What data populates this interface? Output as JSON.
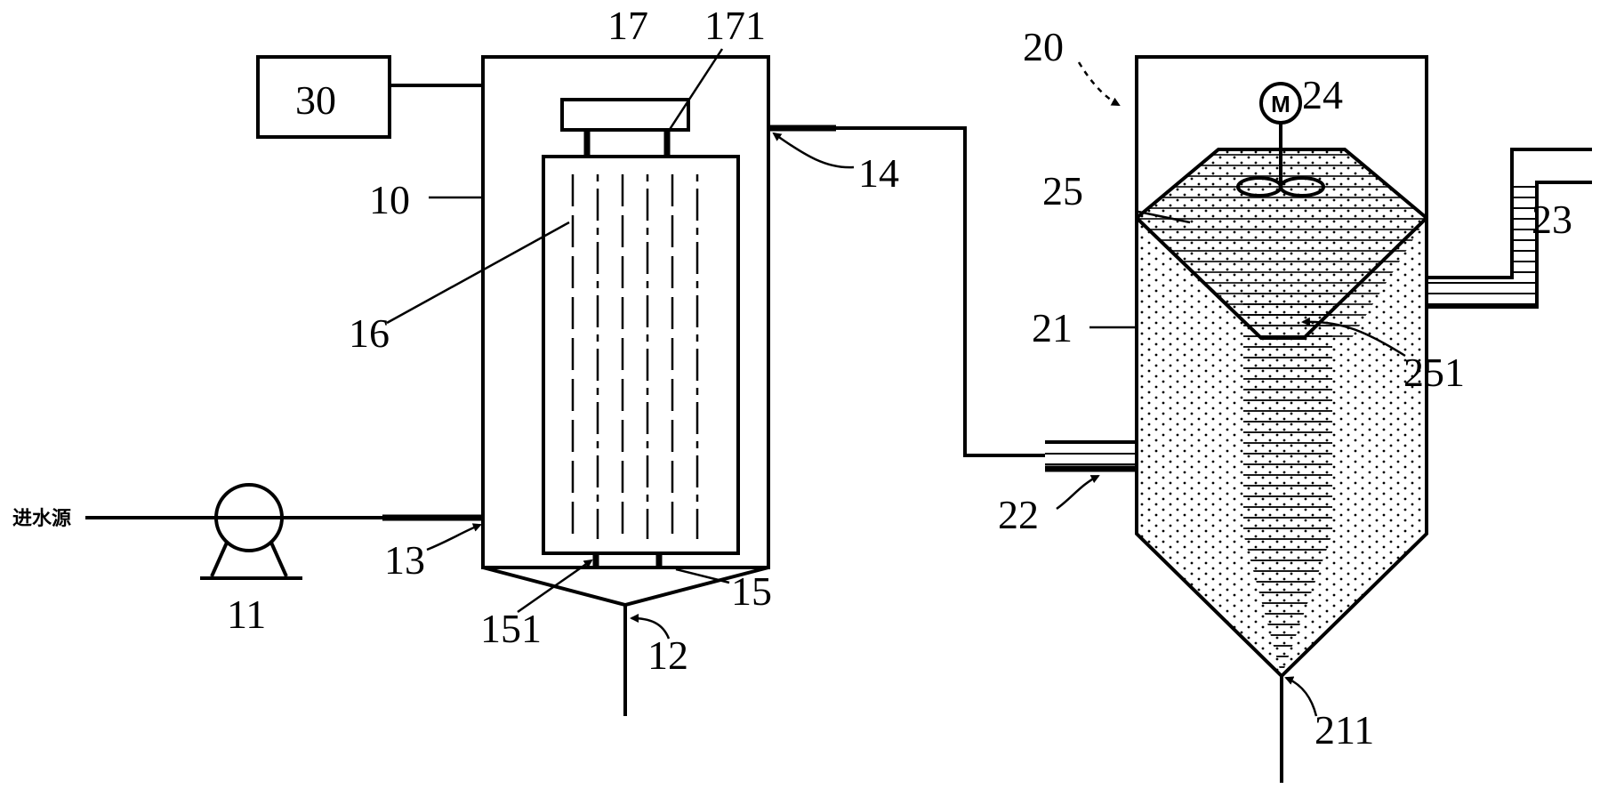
{
  "labels": {
    "l30": "30",
    "l17": "17",
    "l171": "171",
    "l10": "10",
    "l14": "14",
    "l16": "16",
    "l13": "13",
    "l11": "11",
    "l151": "151",
    "l15": "15",
    "l12": "12",
    "l20": "20",
    "l24": "24",
    "l25": "25",
    "l23": "23",
    "l21": "21",
    "l251": "251",
    "l22": "22",
    "l211": "211",
    "water_source": "进水源",
    "motor": "M"
  }
}
